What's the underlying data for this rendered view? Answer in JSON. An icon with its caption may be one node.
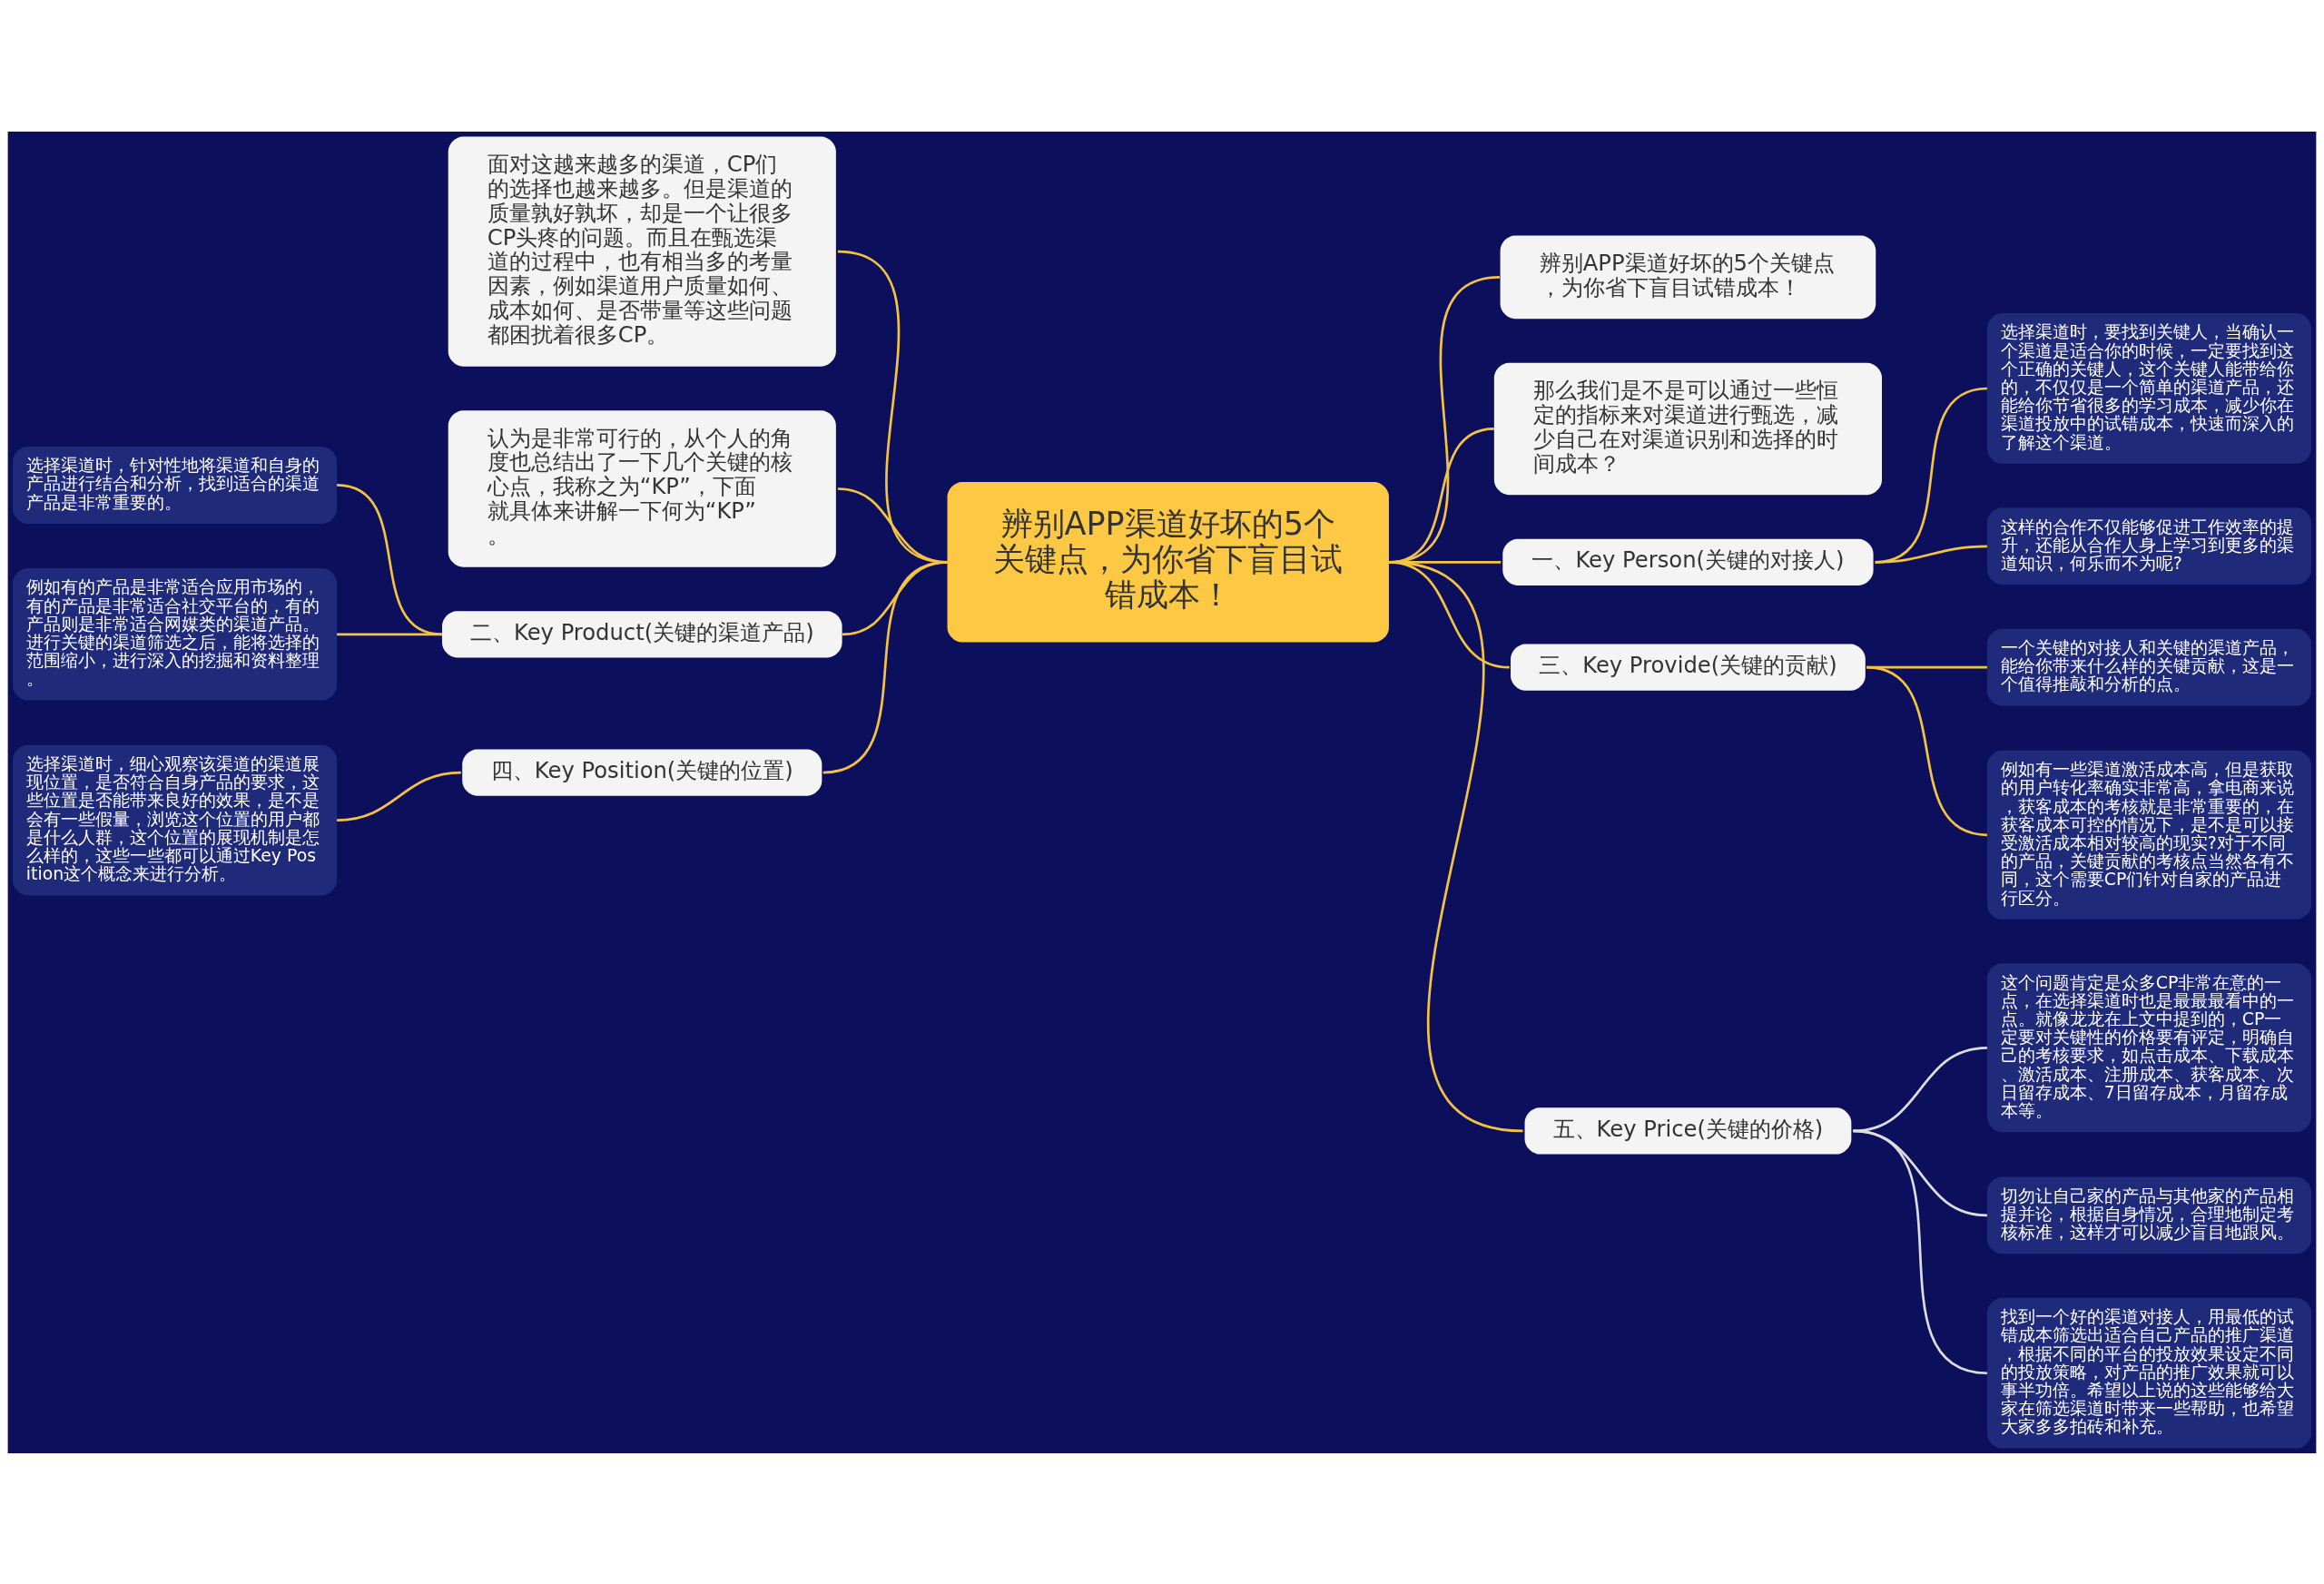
{
  "diagram": {
    "nodes": [
      {
        "text": [
          "辨别APP渠道好坏的5个关键点，为你省下盲目试错成本！"
        ]
      },
      {
        "text": [
          "辨别APP渠道好坏的5个关键点，为你省下盲目试错成本！"
        ]
      },
      {
        "text": [
          "那么我们是不是可以通过一些恒定的指标来对渠道进行甄选，减少自己在对渠道识别和选择的时间成本？"
        ]
      },
      {
        "text": [
          "一、Key Person(关键的对接人)"
        ]
      },
      {
        "text": [
          "选择渠道时，要找到关键人，当确认一个渠道是适合你的时候，一定要找到这个正确的关键人，这个关键人能带给你的，不仅仅是一个简单的渠道产品，还能给你节省很多的学习成本，减少你在渠道投放中的试错成本，快速而深入的了解这个渠道。"
        ]
      },
      {
        "text": [
          "这样的合作不仅能够促进工作效率的提升，还能从合作人身上学习到更多的渠道知识，何乐而不为呢?"
        ]
      },
      {
        "text": [
          "三、Key Provide(关键的贡献)"
        ]
      },
      {
        "text": [
          "一个关键的对接人和关键的渠道产品，能给你带来什么样的关键贡献，这是一个值得推敲和分析的点。"
        ]
      },
      {
        "text": [
          "例如有一些渠道激活成本高，但是获取的用户转化率确实非常高，拿电商来说，获客成本的考核就是非常重要的，在获客成本可控的情况下，是不是可以接受激活成本相对较高的现实?对于不同的产品，关键贡献的考核点当然各有不同，这个需要CP们针对自家的产品进行区分。"
        ]
      },
      {
        "text": [
          "五、Key Price(关键的价格)"
        ]
      },
      {
        "text": [
          "这个问题肯定是众多CP非常在意的一点，在选择渠道时也是最最最看中的一点。就像龙龙在上文中提到的，CP一定要对关键性的价格要有评定，明确自己的考核要求，如点击成本、下载成本、激活成本、注册成本、获客成本、次日留存成本、7日留存成本，月留存成本等。"
        ]
      },
      {
        "text": [
          "切勿让自己家的产品与其他家的产品相提并论，根据自身情况，合理地制定考核标准，这样才可以减少盲目地跟风。"
        ]
      },
      {
        "text": [
          "找到一个好的渠道对接人，用最低的试错成本筛选出适合自己产品的推广渠道，根据不同的平台的投放效果设定不同的投放策略，对产品的推广效果就可以事半功倍。希望以上说的这些能够给大家在筛选渠道时带来一些帮助，也希望大家多多拍砖和补充。"
        ]
      },
      {
        "text": [
          "面对这越来越多的渠道，CP们的选择也越来越多。但是渠道的质量孰好孰坏，却是一个让很多CP头疼的问题。而且在甄选渠道的过程中，也有相当多的考量因素，例如渠道用户质量如何、成本如何、是否带量等这些问题都困扰着很多CP。"
        ]
      },
      {
        "text": [
          "认为是非常可行的，从个人的角度也总结出了一下几个关键的核心点，我称之为“KP”，下面就具体来讲解一下何为“KP”。"
        ]
      },
      {
        "text": [
          "二、Key Product(关键的渠道产品)"
        ]
      },
      {
        "text": [
          "选择渠道时，针对性地将渠道和自身的产品进行结合和分析，找到适合的渠道产品是非常重要的。"
        ]
      },
      {
        "text": [
          "例如有的产品是非常适合应用市场的，有的产品是非常适合社交平台的，有的产品则是非常适合网媒类的渠道产品。进行关键的渠道筛选之后，能将选择的范围缩小，进行深入的挖掘和资料整理。"
        ]
      },
      {
        "text": [
          "四、Key Position(关键的位置)"
        ]
      },
      {
        "text": [
          "选择渠道时，细心观察该渠道的渠道展现位置，是否符合自身产品的要求，这些位置是否能带来良好的效果，是不是会有一些假量，浏览这个位置的用户都是什么人群，这个位置的展现机制是怎么样的，这些一些都可以通过Key Position这个概念来进行分析。"
        ]
      }
    ],
    "edges": [
      {
        "from": 0,
        "to": 1,
        "arrow": "none"
      },
      {
        "from": 0,
        "to": 2,
        "arrow": "none"
      },
      {
        "from": 0,
        "to": 3,
        "arrow": "none"
      },
      {
        "from": 3,
        "to": 4,
        "arrow": "none"
      },
      {
        "from": 3,
        "to": 5,
        "arrow": "none"
      },
      {
        "from": 0,
        "to": 6,
        "arrow": "none"
      },
      {
        "from": 6,
        "to": 7,
        "arrow": "none"
      },
      {
        "from": 6,
        "to": 8,
        "arrow": "none"
      },
      {
        "from": 0,
        "to": 9,
        "arrow": "none"
      },
      {
        "from": 9,
        "to": 10,
        "arrow": "none",
        "color": "#dddddd"
      },
      {
        "from": 9,
        "to": 11,
        "arrow": "none",
        "color": "#dddddd"
      },
      {
        "from": 9,
        "to": 12,
        "arrow": "none",
        "color": "#dddddd"
      },
      {
        "from": 0,
        "to": 13,
        "arrow": "none"
      },
      {
        "from": 0,
        "to": 14,
        "arrow": "none"
      },
      {
        "from": 0,
        "to": 15,
        "arrow": "none"
      },
      {
        "from": 15,
        "to": 16,
        "arrow": "none"
      },
      {
        "from": 15,
        "to": 17,
        "arrow": "none"
      },
      {
        "from": 0,
        "to": 18,
        "arrow": "none"
      },
      {
        "from": 18,
        "to": 19,
        "arrow": "none"
      }
    ]
  }
}
